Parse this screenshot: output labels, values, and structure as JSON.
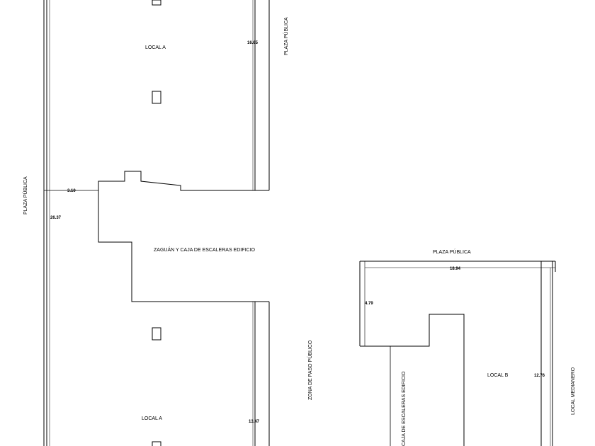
{
  "labels": {
    "local_a_top": "LOCAL A",
    "local_a_bottom": "LOCAL A",
    "local_b": "LOCAL B",
    "zaguan": "ZAGUÁN Y CAJA DE ESCALERAS EDIFICIO",
    "plaza_publica_top_right": "PLAZA PÚBLICA",
    "plaza_publica_left": "PLAZA PÚBLICA",
    "plaza_publica_right_block": "PLAZA PÚBLICA",
    "zona_paso": "ZONA DE PASO PÚBLICO",
    "caja_escaleras_b": "CAJA DE ESCALERAS EDIFICIO",
    "local_medianero": "LOCAL MEDIANERO"
  },
  "dimensions": {
    "d_16_65": "16.65",
    "d_3_10": "3.10",
    "d_26_37": "26.37",
    "d_13_47": "13.47",
    "d_18_94": "18.94",
    "d_4_79": "4.79",
    "d_12_76": "12.76"
  }
}
